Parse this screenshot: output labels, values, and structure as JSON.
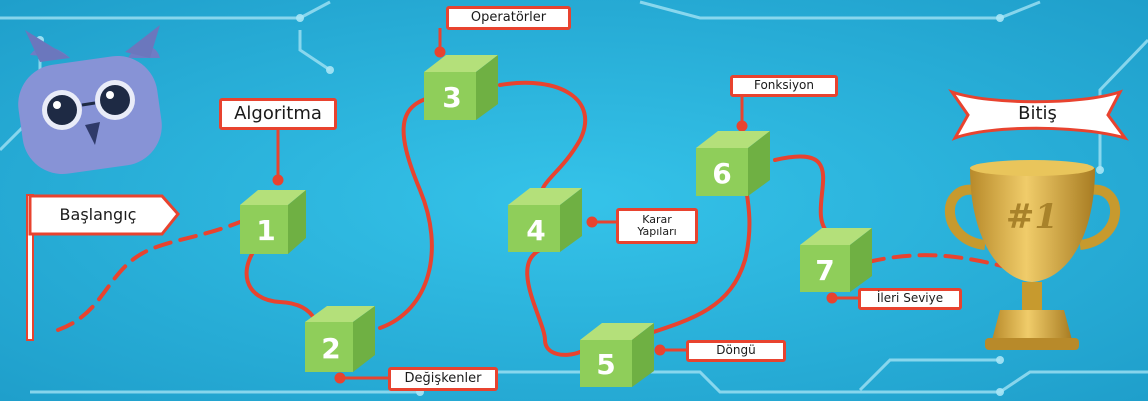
{
  "start_label": "Başlangıç",
  "end_label": "Bitiş",
  "colors": {
    "background": "#26b3dc",
    "path": "#e8432f",
    "cube_front": "#8fce5a",
    "cube_top": "#b4e07a",
    "cube_side": "#6fb043",
    "trophy": "#d4a93a"
  },
  "trophy": {
    "badge": "#1",
    "icon": "trophy-icon"
  },
  "mascot": {
    "icon": "owl-mascot-icon"
  },
  "steps": [
    {
      "number": "1",
      "label": "Algoritma"
    },
    {
      "number": "2",
      "label": "Değişkenler"
    },
    {
      "number": "3",
      "label": "Operatörler"
    },
    {
      "number": "4",
      "label": "Karar Yapıları"
    },
    {
      "number": "5",
      "label": "Döngü"
    },
    {
      "number": "6",
      "label": "Fonksiyon"
    },
    {
      "number": "7",
      "label": "İleri Seviye"
    }
  ]
}
